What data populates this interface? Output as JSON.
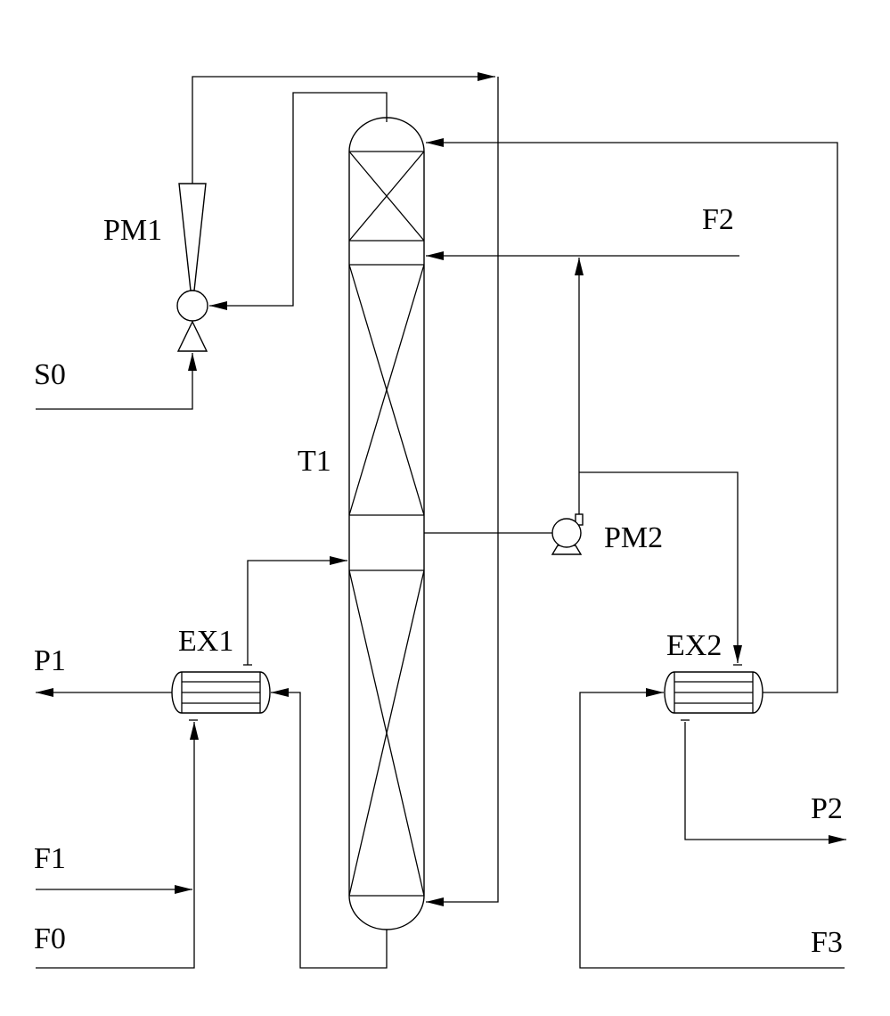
{
  "labels": {
    "PM1": "PM1",
    "S0": "S0",
    "T1": "T1",
    "F2": "F2",
    "PM2": "PM2",
    "EX1": "EX1",
    "EX2": "EX2",
    "P1": "P1",
    "P2": "P2",
    "F1": "F1",
    "F0": "F0",
    "F3": "F3"
  },
  "colors": {
    "line": "#000000",
    "background": "#ffffff"
  }
}
